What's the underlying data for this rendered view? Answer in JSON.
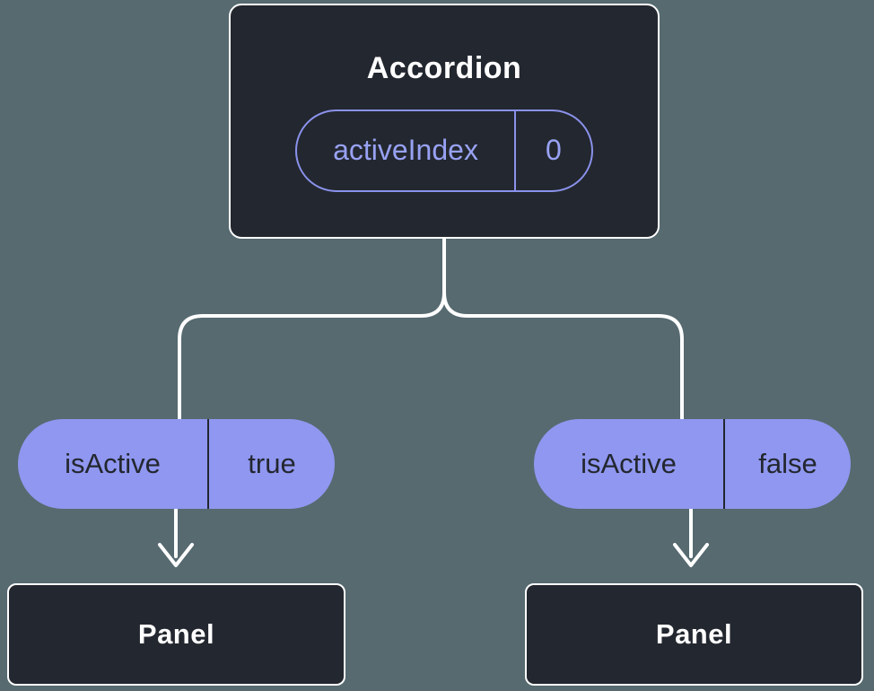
{
  "diagram": {
    "root": {
      "title": "Accordion",
      "prop": {
        "name": "activeIndex",
        "value": "0"
      }
    },
    "branches": [
      {
        "prop": {
          "name": "isActive",
          "value": "true"
        },
        "child": {
          "title": "Panel"
        }
      },
      {
        "prop": {
          "name": "isActive",
          "value": "false"
        },
        "child": {
          "title": "Panel"
        }
      }
    ],
    "colors": {
      "background": "#566a70",
      "node_fill": "#23272f",
      "node_border": "#ffffff",
      "accent_purple": "#8a92ec",
      "prop_text_purple": "#98a2f3",
      "pill_fill": "#8f97f0",
      "pill_text": "#23272f",
      "connector": "#ffffff"
    }
  }
}
